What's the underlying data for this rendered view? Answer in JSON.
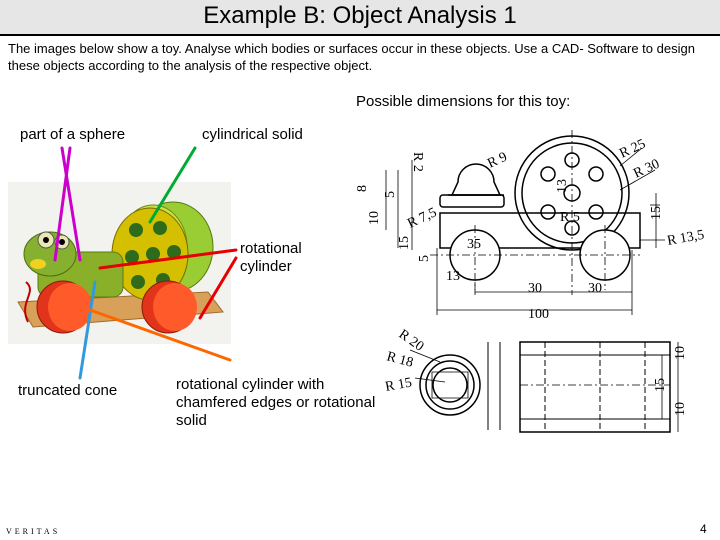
{
  "slide": {
    "title": "Example B: Object Analysis 1",
    "intro": "The images below show a toy. Analyse which bodies or surfaces occur in these objects. Use a CAD- Software to design these objects according to the analysis of the respective object.",
    "subheading": "Possible dimensions for this toy:",
    "page_number": "4",
    "logo_text": "VERITAS"
  },
  "labels": {
    "sphere": "part of a sphere",
    "cylindrical_solid": "cylindrical solid",
    "rotational_cylinder": "rotational cylinder",
    "truncated_cone": "truncated cone",
    "chamfered": "rotational cylinder with chamfered edges or rotational solid"
  },
  "dimensions": {
    "r25": "R 25",
    "r30": "R 30",
    "r9": "R 9",
    "r2": "R 2",
    "d8": "8",
    "d10": "10",
    "d15a": "15",
    "d5a": "5",
    "r75": "R 7,5",
    "d5b": "5",
    "d35": "35",
    "d13a": "13",
    "d13b": "13",
    "r5": "R 5",
    "d15b": "15",
    "r135": "R 13,5",
    "d30a": "30",
    "d30b": "30",
    "d100": "100",
    "r20": "R 20",
    "r18": "R 18",
    "r15": "R 15",
    "d15c": "15",
    "d10b": "10",
    "d10c": "10"
  },
  "colors": {
    "title_band": "#e6e6e6",
    "pointer_magenta": "#cc00cc",
    "pointer_green": "#00aa33",
    "pointer_red": "#e60000",
    "pointer_blue": "#3399dd",
    "pointer_orange": "#ff6600"
  }
}
